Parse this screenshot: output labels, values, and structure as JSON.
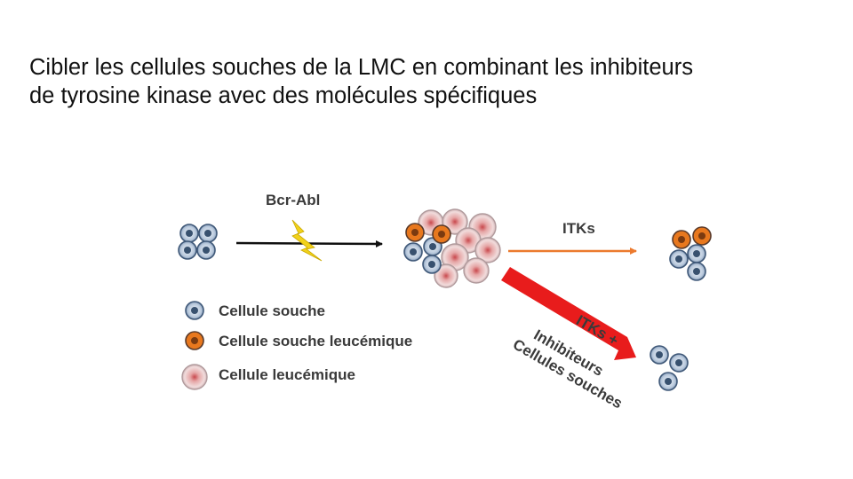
{
  "slide": {
    "title_line1": "Cibler les cellules souches de la LMC en combinant les inhibiteurs",
    "title_line2": "de tyrosine kinase avec des molécules spécifiques"
  },
  "diagram": {
    "label_bcr_abl": "Bcr-Abl",
    "label_itks": "ITKs",
    "red_arrow_lines": [
      "ITKs +",
      "Inhibiteurs",
      "Cellules souches"
    ],
    "legend": [
      {
        "label": "Cellule souche",
        "cell": "stem"
      },
      {
        "label": "Cellule souche leucémique",
        "cell": "leukemic-stem"
      },
      {
        "label": "Cellule leucémique",
        "cell": "leukemic"
      }
    ],
    "colors": {
      "stem_cell": "#8fa6c2",
      "leukemic_stem_cell": "#e8781e",
      "leukemic_cell": "#d98a8a",
      "black_arrow": "#111111",
      "orange_arrow": "#ec7a2e",
      "red_arrow": "#e81c1c",
      "lightning": "#f2d21b"
    }
  }
}
